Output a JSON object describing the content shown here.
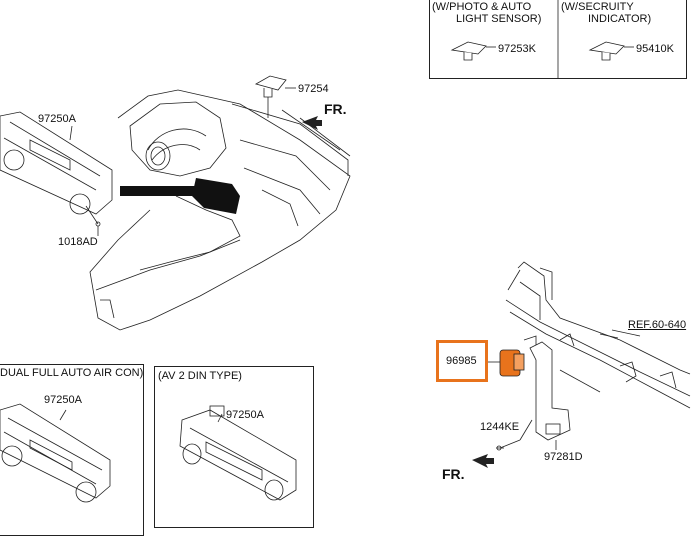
{
  "variant_table": {
    "col1_line1": "(W/PHOTO & AUTO",
    "col1_line2": "LIGHT SENSOR)",
    "col1_part": "97253K",
    "col2_line1": "(W/SECRUITY",
    "col2_line2": "INDICATOR)",
    "col2_part": "95410K"
  },
  "main_assembly": {
    "sensor_part": "97254",
    "direction": "FR.",
    "controller_part": "97250A",
    "screw_part": "1018AD"
  },
  "option_dual": {
    "caption": "DUAL FULL AUTO AIR CON)",
    "part": "97250A"
  },
  "option_av": {
    "caption": "(AV 2 DIN TYPE)",
    "part": "97250A"
  },
  "sensor_assembly": {
    "reference": "REF.60-640",
    "highlighted_part": "96985",
    "screw_part": "1244KE",
    "bracket_part": "97281D",
    "direction": "FR."
  },
  "colors": {
    "highlight": "#e8731c",
    "line": "#222222"
  }
}
